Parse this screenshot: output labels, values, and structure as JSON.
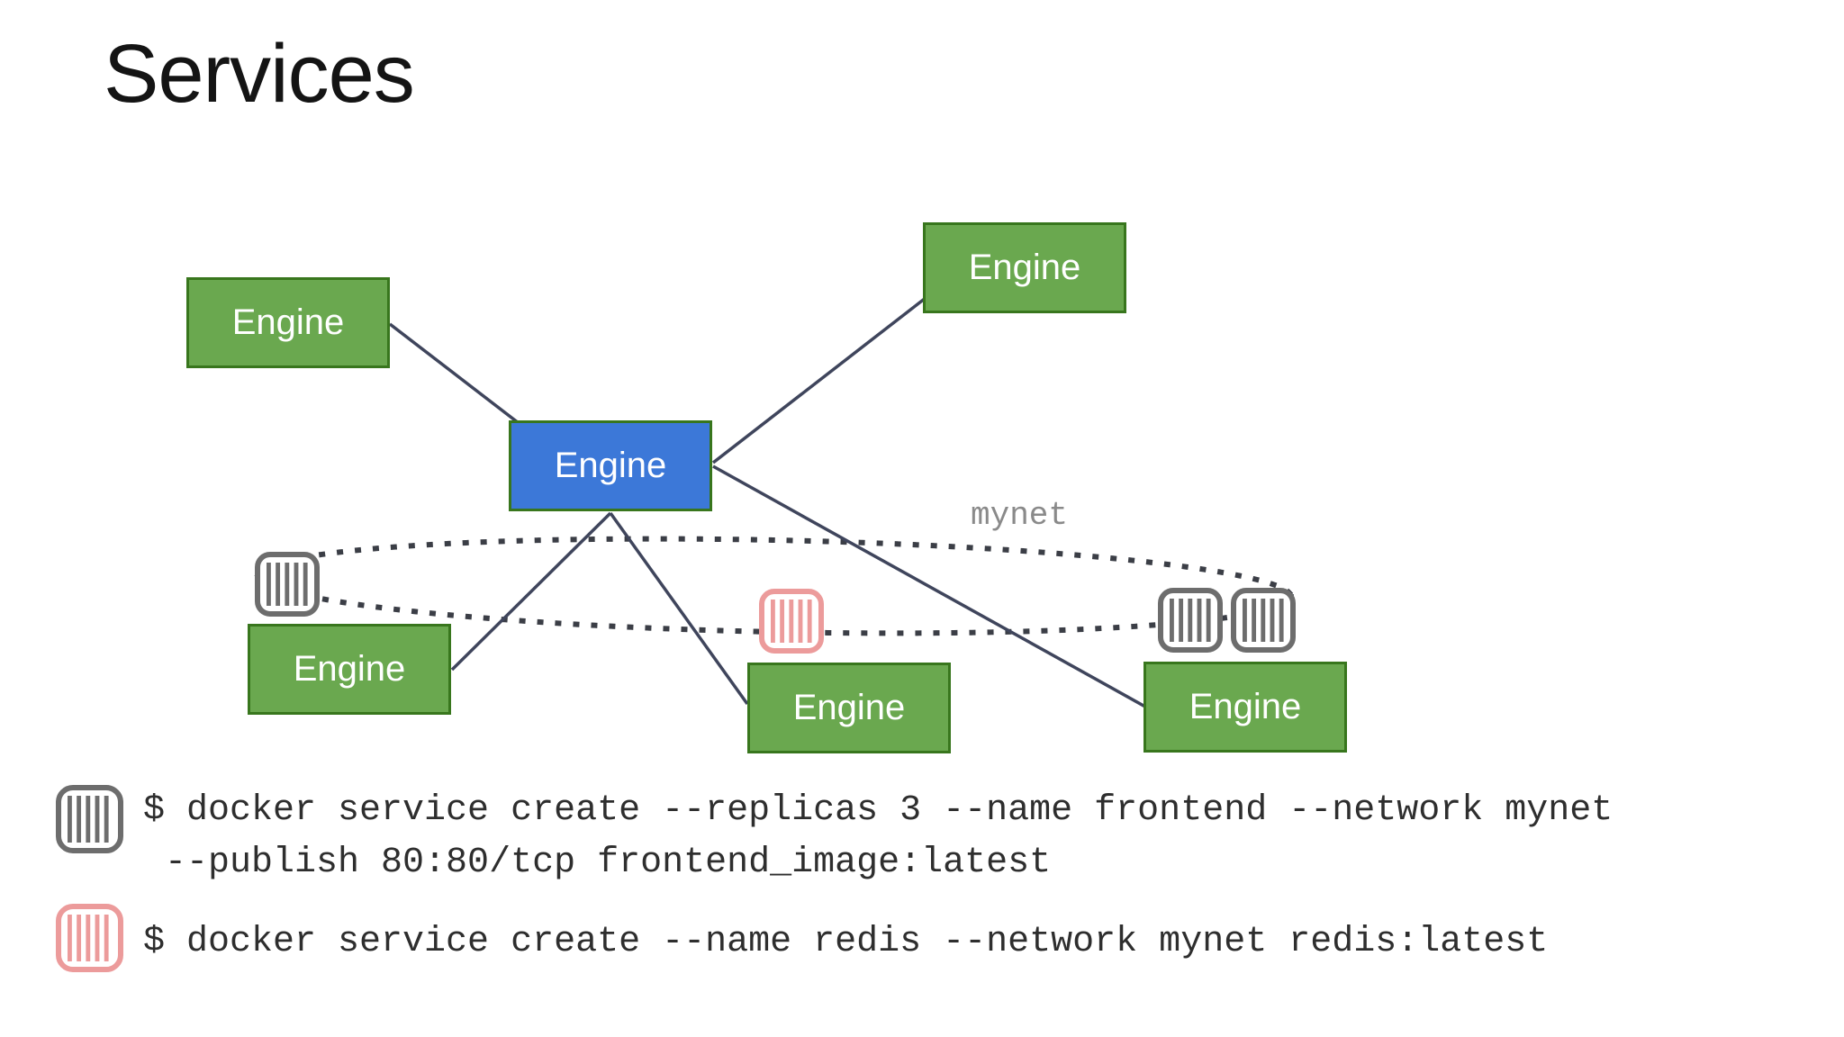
{
  "slide_title": "Services",
  "diagram": {
    "network_label": "mynet",
    "nodes": [
      {
        "id": "engine-top-left",
        "label": "Engine",
        "color": "#6aa84f"
      },
      {
        "id": "engine-top-right",
        "label": "Engine",
        "color": "#6aa84f"
      },
      {
        "id": "engine-manager",
        "label": "Engine",
        "color": "#3c78d8"
      },
      {
        "id": "engine-bottom-left",
        "label": "Engine",
        "color": "#6aa84f"
      },
      {
        "id": "engine-bottom-middle",
        "label": "Engine",
        "color": "#6aa84f"
      },
      {
        "id": "engine-bottom-right",
        "label": "Engine",
        "color": "#6aa84f"
      }
    ],
    "containers": [
      {
        "id": "frontend-container-1",
        "color": "#6d6d6d"
      },
      {
        "id": "redis-container",
        "color": "#ec9b9b"
      },
      {
        "id": "frontend-container-2",
        "color": "#6d6d6d"
      },
      {
        "id": "frontend-container-3",
        "color": "#6d6d6d"
      }
    ]
  },
  "commands": [
    {
      "icon": "container-icon-gray",
      "lines": [
        "$ docker service create --replicas 3 --name frontend --network mynet",
        " --publish 80:80/tcp frontend_image:latest"
      ]
    },
    {
      "icon": "container-icon-red",
      "lines": [
        "$ docker service create --name redis --network mynet redis:latest"
      ]
    }
  ],
  "colors": {
    "engine_green": "#6aa84f",
    "engine_blue": "#3c78d8",
    "box_border": "#38761d",
    "connection_line": "#3f455c",
    "network_dotted": "#3b3e46",
    "container_gray": "#6d6d6d",
    "container_red": "#ec9b9b",
    "command_text": "#2e2e2e",
    "network_label_text": "#8a8a8a"
  }
}
